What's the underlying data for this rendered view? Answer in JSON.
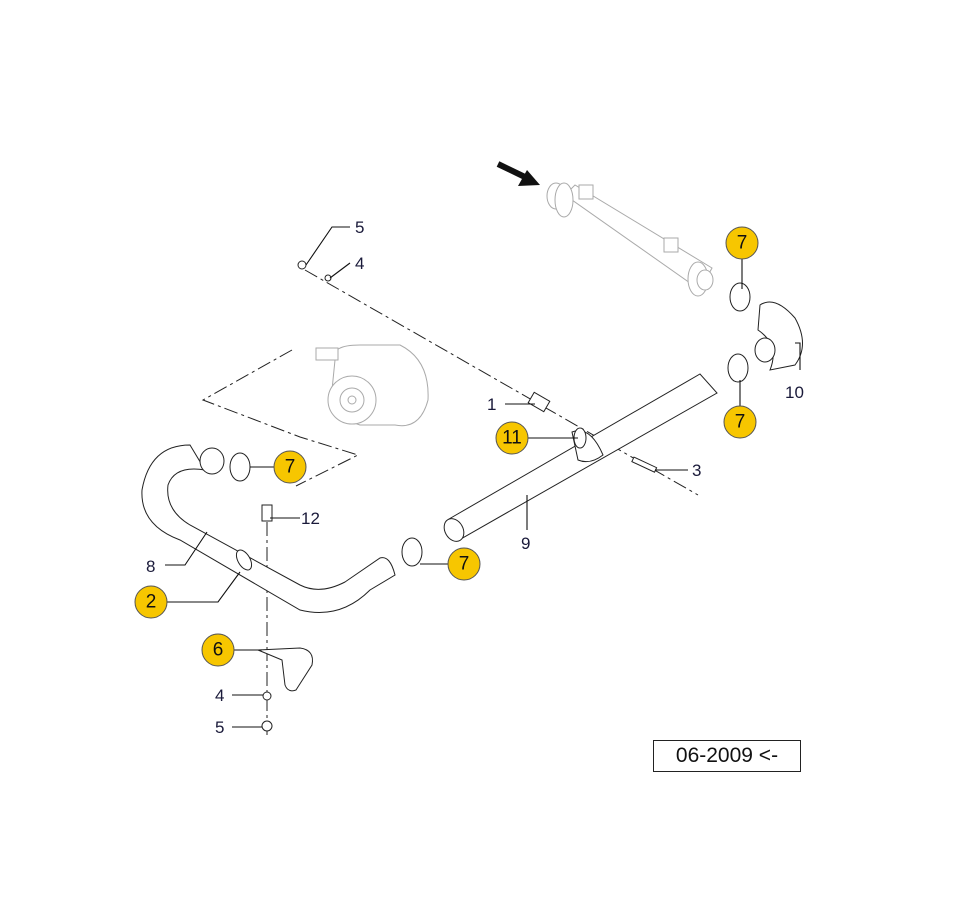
{
  "diagram": {
    "callouts_plain": [
      "5",
      "4",
      "1",
      "3",
      "9",
      "10",
      "8",
      "12",
      "4",
      "5"
    ],
    "callouts_highlighted": [
      "7",
      "7",
      "11",
      "7",
      "7",
      "2",
      "6"
    ],
    "badge_color": "#f7c600",
    "stamp": "06-2009 <-"
  }
}
